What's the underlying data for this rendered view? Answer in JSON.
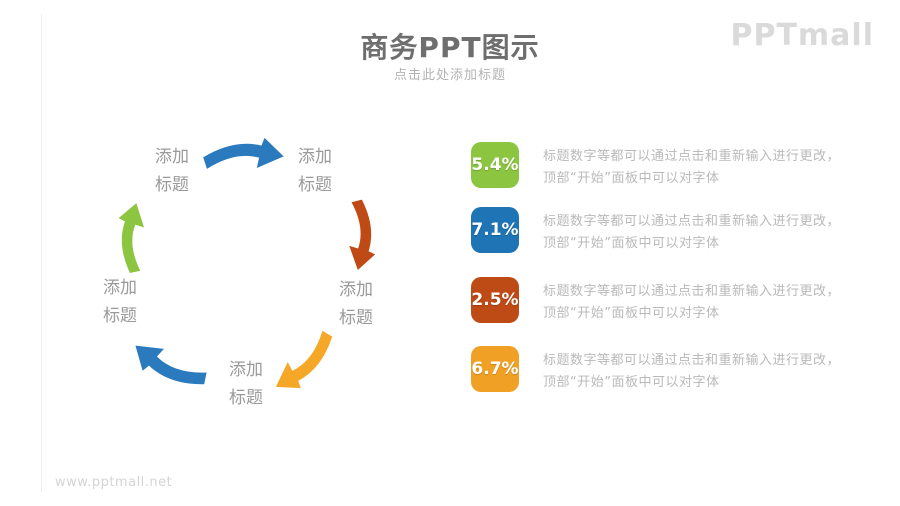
{
  "header": {
    "title": "商务PPT图示",
    "subtitle": "点击此处添加标题",
    "logo": "PPTmall"
  },
  "footer": {
    "watermark": "www.pptmall.net"
  },
  "diagram": {
    "labels": [
      {
        "line1": "添加",
        "line2": "标题"
      },
      {
        "line1": "添加",
        "line2": "标题"
      },
      {
        "line1": "添加",
        "line2": "标题"
      },
      {
        "line1": "添加",
        "line2": "标题"
      },
      {
        "line1": "添加",
        "line2": "标题"
      }
    ],
    "arrows": [
      {
        "name": "top-clockwise",
        "color": "#2A7ABD"
      },
      {
        "name": "right-down",
        "color": "#C04A15"
      },
      {
        "name": "bottom-right-to-bottom",
        "color": "#F5A728"
      },
      {
        "name": "bottom-to-left",
        "color": "#2A7ABD"
      },
      {
        "name": "left-up",
        "color": "#8CC540"
      }
    ]
  },
  "stats": [
    {
      "value": "5.4%",
      "color": "#8CC540",
      "desc1": "标题数字等都可以通过点击和重新输入进行更改，",
      "desc2": "顶部“开始”面板中可以对字体"
    },
    {
      "value": "7.1%",
      "color": "#1E74B5",
      "desc1": "标题数字等都可以通过点击和重新输入进行更改，",
      "desc2": "顶部“开始”面板中可以对字体"
    },
    {
      "value": "2.5%",
      "color": "#BE4A16",
      "desc1": "标题数字等都可以通过点击和重新输入进行更改，",
      "desc2": "顶部“开始”面板中可以对字体"
    },
    {
      "value": "6.7%",
      "color": "#F0A125",
      "desc1": "标题数字等都可以通过点击和重新输入进行更改，",
      "desc2": "顶部“开始”面板中可以对字体"
    }
  ]
}
